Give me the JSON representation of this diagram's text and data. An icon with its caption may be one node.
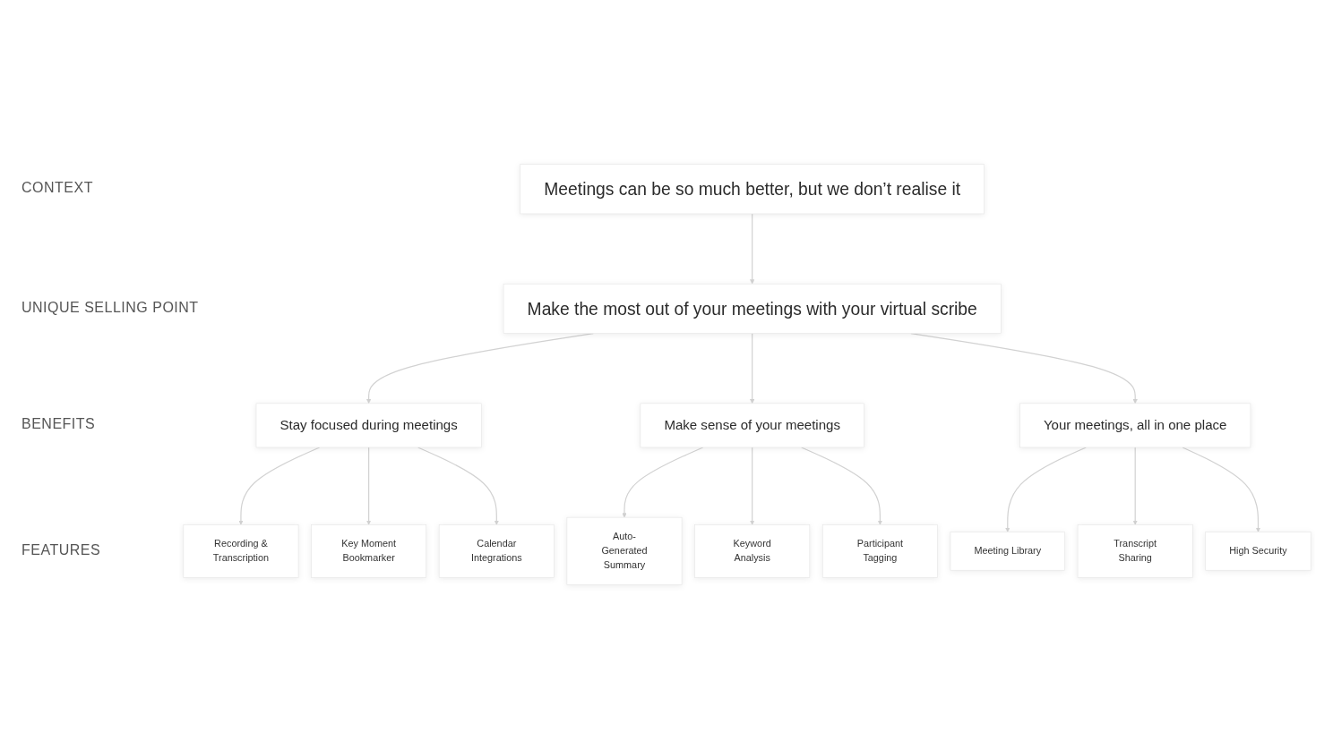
{
  "diagram": {
    "nodes": [
      {
        "text": [
          "Meetings can be so much better, but we don’t realise it"
        ]
      },
      {
        "text": [
          "Make the most out of your meetings with your virtual scribe"
        ]
      },
      {
        "text": [
          "Stay focused during meetings"
        ]
      },
      {
        "text": [
          "Make sense of your meetings"
        ]
      },
      {
        "text": [
          "Your meetings, all in one place"
        ]
      },
      {
        "text": [
          "Recording & Transcription"
        ]
      },
      {
        "text": [
          "Key Moment Bookmarker"
        ]
      },
      {
        "text": [
          "Calendar Integrations"
        ]
      },
      {
        "text": [
          "Auto-Generated Summary"
        ]
      },
      {
        "text": [
          "Keyword Analysis"
        ]
      },
      {
        "text": [
          "Participant Tagging"
        ]
      },
      {
        "text": [
          "Meeting Library"
        ]
      },
      {
        "text": [
          "Transcript Sharing"
        ]
      },
      {
        "text": [
          "High Security"
        ]
      }
    ],
    "edges": [
      {
        "from": 0,
        "to": 1,
        "arrow": "to"
      },
      {
        "from": 1,
        "to": 2,
        "arrow": "to"
      },
      {
        "from": 1,
        "to": 3,
        "arrow": "to"
      },
      {
        "from": 1,
        "to": 4,
        "arrow": "to"
      },
      {
        "from": 2,
        "to": 5,
        "arrow": "to"
      },
      {
        "from": 2,
        "to": 6,
        "arrow": "to"
      },
      {
        "from": 2,
        "to": 7,
        "arrow": "to"
      },
      {
        "from": 3,
        "to": 8,
        "arrow": "to"
      },
      {
        "from": 3,
        "to": 9,
        "arrow": "to"
      },
      {
        "from": 3,
        "to": 10,
        "arrow": "to"
      },
      {
        "from": 4,
        "to": 11,
        "arrow": "to"
      },
      {
        "from": 4,
        "to": 12,
        "arrow": "to"
      },
      {
        "from": 4,
        "to": 13,
        "arrow": "to"
      }
    ],
    "labels": [
      "CONTEXT",
      "UNIQUE SELLING POINT",
      "BENEFITS",
      "FEATURES"
    ]
  }
}
